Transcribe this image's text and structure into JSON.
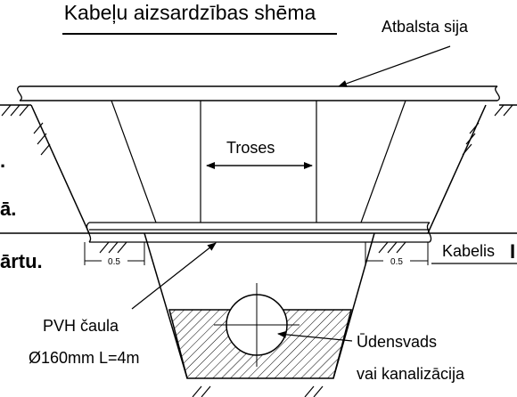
{
  "drawing": {
    "title": "Kabeļu aizsardzības shēma",
    "labels": {
      "support_beam": "Atbalsta sija",
      "cables_ropes": "Troses",
      "cable": "Kabelis",
      "pvc_sleeve": "PVH čaula",
      "pvc_sleeve_spec": "Ø160mm L=4m",
      "water_pipe": "Ūdensvads",
      "sewer": "vai kanalizācija"
    },
    "dimensions": {
      "left_offset": "0.5",
      "right_offset": "0.5"
    },
    "cropped_text_left": [
      ".",
      "ā.",
      "ārtu."
    ],
    "cropped_text_right": "I"
  }
}
